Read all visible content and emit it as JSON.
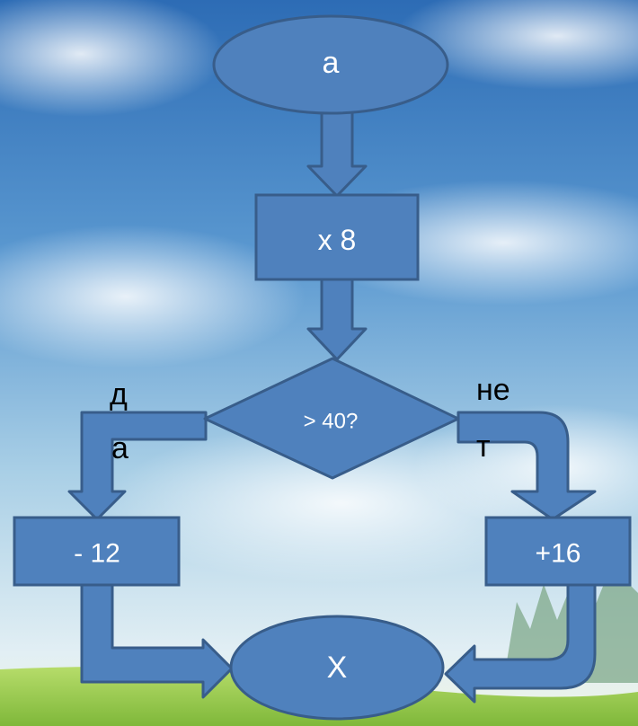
{
  "colors": {
    "shape_fill": "#4f81bd",
    "shape_stroke": "#385d8a",
    "label_text": "#ffffff",
    "branch_text": "#000000",
    "sky_top": "#2f6fb8",
    "sky_bottom": "#dcecf5",
    "grass": "#8cc63f"
  },
  "flowchart": {
    "start": "a",
    "multiply": "x 8",
    "condition": "> 40?",
    "yes_label_line1": "д",
    "yes_label_line2": "а",
    "no_label_line1": "не",
    "no_label_line2": "т",
    "subtract": "- 12",
    "add": "+16",
    "result": "X"
  }
}
